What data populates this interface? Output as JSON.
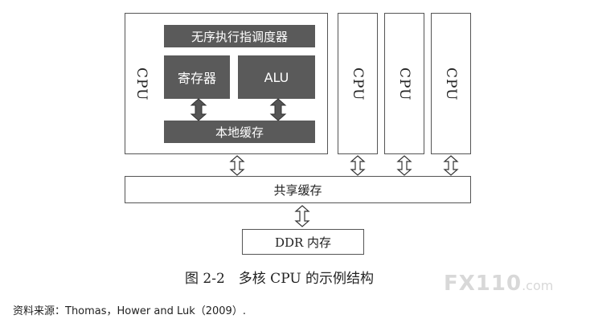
{
  "main_cpu": {
    "label": "CPU",
    "scheduler": "无序执行指调度器",
    "register": "寄存器",
    "alu": "ALU",
    "local_cache": "本地缓存"
  },
  "other_cpus": [
    "CPU",
    "CPU",
    "CPU"
  ],
  "shared_cache": "共享缓存",
  "memory": "DDR 内存",
  "caption": "图 2-2　多核 CPU 的示例结构",
  "source": "资料来源：Thomas，Hower and Luk（2009）.",
  "watermark": {
    "brand": "FX110",
    "suffix": ".com"
  }
}
